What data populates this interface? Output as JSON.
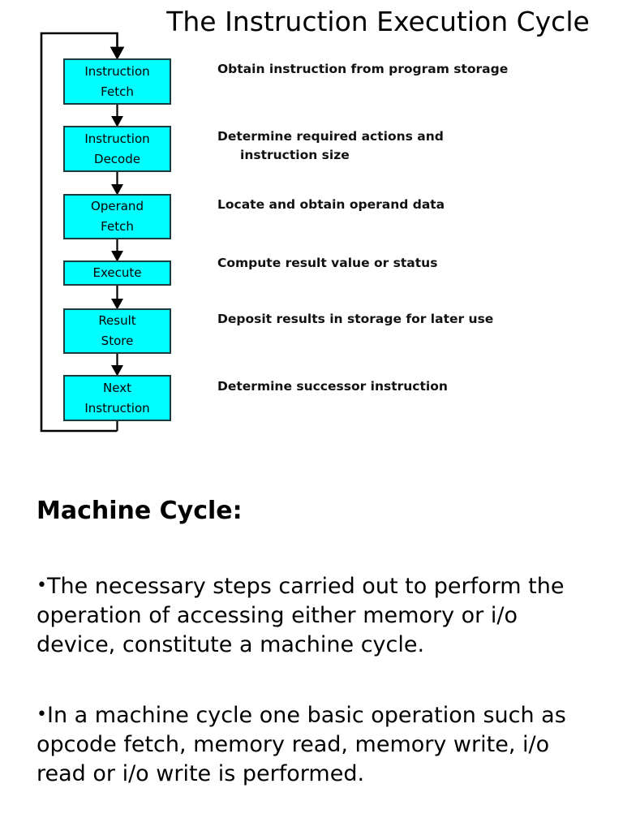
{
  "slide": {
    "title": "The Instruction Execution Cycle"
  },
  "flowchart": {
    "loop_label": "feedback-loop",
    "box_fill": "#00ffff",
    "box_border": "#1a3c3c",
    "boxes": [
      {
        "line1": "Instruction",
        "line2": "Fetch"
      },
      {
        "line1": "Instruction",
        "line2": "Decode"
      },
      {
        "line1": "Operand",
        "line2": "Fetch"
      },
      {
        "line1": "Execute",
        "line2": ""
      },
      {
        "line1": "Result",
        "line2": "Store"
      },
      {
        "line1": "Next",
        "line2": "Instruction"
      }
    ]
  },
  "descriptions": [
    {
      "text": "Obtain instruction from program storage",
      "continuation": ""
    },
    {
      "text": "Determine required actions and",
      "continuation": "instruction size"
    },
    {
      "text": "Locate and obtain operand data",
      "continuation": ""
    },
    {
      "text": "Compute result value or status",
      "continuation": ""
    },
    {
      "text": "Deposit results in storage for later use",
      "continuation": ""
    },
    {
      "text": "Determine successor instruction",
      "continuation": ""
    }
  ],
  "machine_cycle": {
    "heading": "Machine Cycle:",
    "bullet_char": "•",
    "paragraphs": [
      "The necessary steps carried out to perform the operation of accessing either memory or i/o device, constitute a machine cycle.",
      "In a machine cycle one basic operation such as opcode fetch, memory read, memory write, i/o read or i/o write is performed."
    ]
  }
}
